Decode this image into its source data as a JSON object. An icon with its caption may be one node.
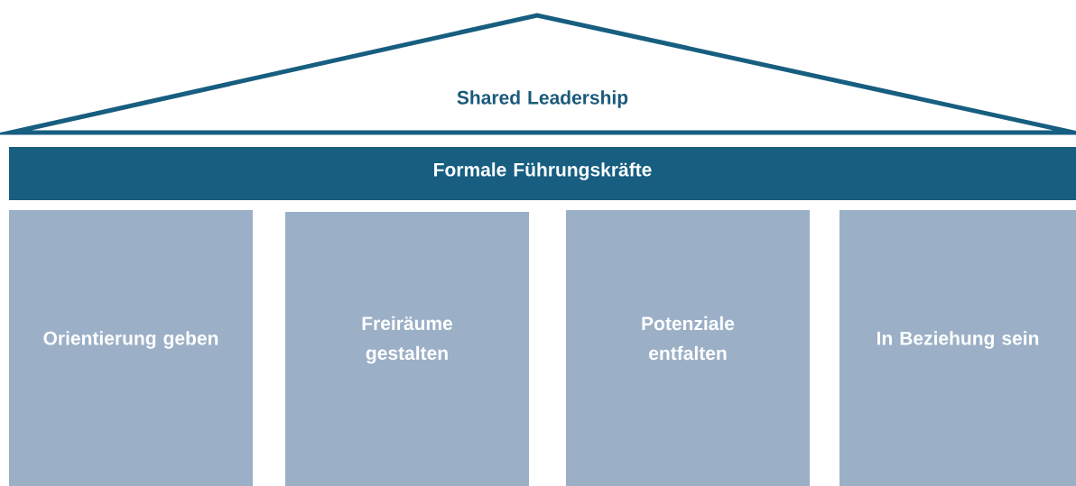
{
  "diagram": {
    "nodes": [
      {
        "text": [
          "Shared Leadership"
        ]
      },
      {
        "text": [
          "Formale Führungskräfte"
        ]
      },
      {
        "text": [
          "Orientierung geben"
        ]
      },
      {
        "text": [
          "Freiräume gestalten"
        ]
      },
      {
        "text": [
          "Potenziale entfalten"
        ]
      },
      {
        "text": [
          "In Beziehung sein"
        ]
      }
    ]
  }
}
